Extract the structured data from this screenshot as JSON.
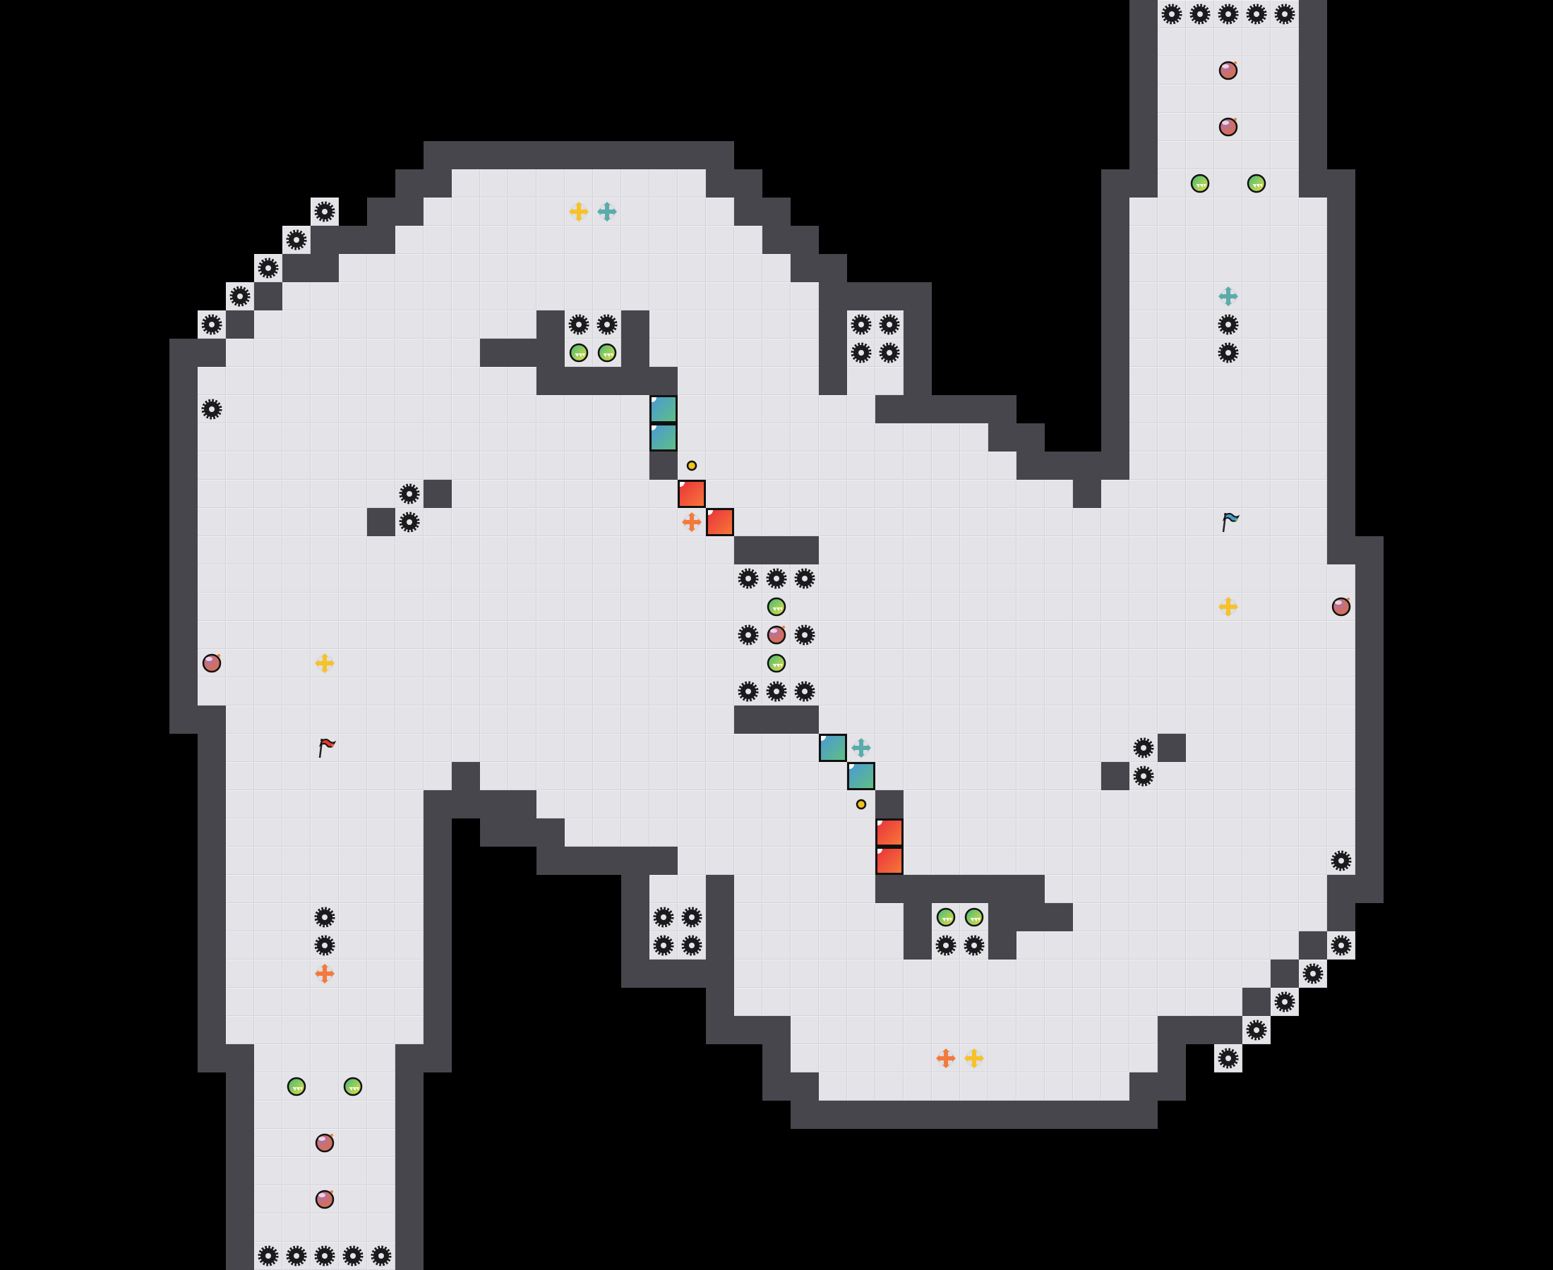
{
  "game": {
    "colors": {
      "background": "#000000",
      "floor": "#e3e3e8",
      "wall": "#47464c",
      "red_block": "#ee4a3a",
      "blue_block": "#4aa0c8",
      "bomb": "#9a5088",
      "green_orb": "#8ccf50",
      "cross_yellow": "#f6c22a",
      "cross_teal": "#5aacaa",
      "cross_orange": "#f37a3c",
      "coin": "#f2c21a",
      "flag_red": "#e23a2a",
      "flag_blue": "#4a9ac8"
    },
    "entity_types": [
      "gear-spike",
      "bomb",
      "green-orb",
      "cross-yellow",
      "cross-teal",
      "cross-orange",
      "red-block",
      "blue-block",
      "coin",
      "red-flag",
      "blue-flag"
    ]
  }
}
